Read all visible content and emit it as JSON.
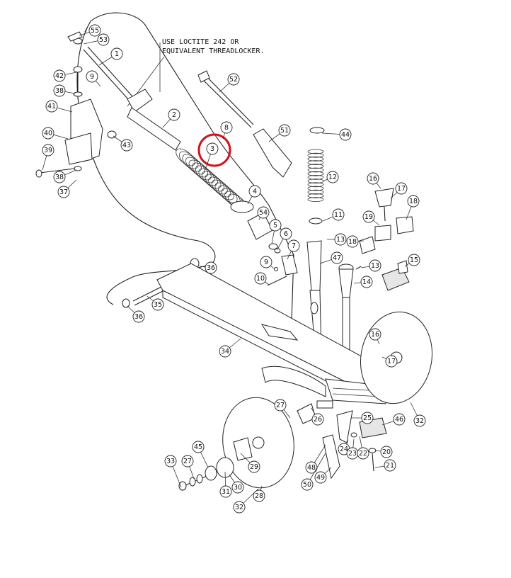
{
  "note": {
    "line1": "USE LOCTITE 242 OR",
    "line2": "EQUIVALENT THREADLOCKER."
  },
  "highlight": {
    "part": "3",
    "color": "#d0141c"
  },
  "callouts": [
    {
      "id": "55",
      "label": "55"
    },
    {
      "id": "53",
      "label": "53"
    },
    {
      "id": "1",
      "label": "1"
    },
    {
      "id": "42",
      "label": "42"
    },
    {
      "id": "9a",
      "label": "9"
    },
    {
      "id": "38a",
      "label": "38"
    },
    {
      "id": "41",
      "label": "41"
    },
    {
      "id": "43",
      "label": "43"
    },
    {
      "id": "40",
      "label": "40"
    },
    {
      "id": "39",
      "label": "39"
    },
    {
      "id": "38b",
      "label": "38"
    },
    {
      "id": "37",
      "label": "37"
    },
    {
      "id": "2",
      "label": "2"
    },
    {
      "id": "3",
      "label": "3"
    },
    {
      "id": "8",
      "label": "8"
    },
    {
      "id": "52",
      "label": "52"
    },
    {
      "id": "51",
      "label": "51"
    },
    {
      "id": "44",
      "label": "44"
    },
    {
      "id": "12",
      "label": "12"
    },
    {
      "id": "4",
      "label": "4"
    },
    {
      "id": "54",
      "label": "54"
    },
    {
      "id": "5",
      "label": "5"
    },
    {
      "id": "6",
      "label": "6"
    },
    {
      "id": "7",
      "label": "7"
    },
    {
      "id": "9b",
      "label": "9"
    },
    {
      "id": "10",
      "label": "10"
    },
    {
      "id": "11",
      "label": "11"
    },
    {
      "id": "13a",
      "label": "13"
    },
    {
      "id": "47",
      "label": "47"
    },
    {
      "id": "13b",
      "label": "13"
    },
    {
      "id": "14",
      "label": "14"
    },
    {
      "id": "16a",
      "label": "16"
    },
    {
      "id": "17a",
      "label": "17"
    },
    {
      "id": "18a",
      "label": "18"
    },
    {
      "id": "19",
      "label": "19"
    },
    {
      "id": "18b",
      "label": "18"
    },
    {
      "id": "15",
      "label": "15"
    },
    {
      "id": "36a",
      "label": "36"
    },
    {
      "id": "35",
      "label": "35"
    },
    {
      "id": "36b",
      "label": "36"
    },
    {
      "id": "34",
      "label": "34"
    },
    {
      "id": "16b",
      "label": "16"
    },
    {
      "id": "17b",
      "label": "17"
    },
    {
      "id": "32a",
      "label": "32"
    },
    {
      "id": "27a",
      "label": "27"
    },
    {
      "id": "26",
      "label": "26"
    },
    {
      "id": "25",
      "label": "25"
    },
    {
      "id": "46",
      "label": "46"
    },
    {
      "id": "24",
      "label": "24"
    },
    {
      "id": "23",
      "label": "23"
    },
    {
      "id": "22",
      "label": "22"
    },
    {
      "id": "20",
      "label": "20"
    },
    {
      "id": "21",
      "label": "21"
    },
    {
      "id": "48",
      "label": "48"
    },
    {
      "id": "49",
      "label": "49"
    },
    {
      "id": "50",
      "label": "50"
    },
    {
      "id": "33",
      "label": "33"
    },
    {
      "id": "27b",
      "label": "27"
    },
    {
      "id": "45",
      "label": "45"
    },
    {
      "id": "29",
      "label": "29"
    },
    {
      "id": "31",
      "label": "31"
    },
    {
      "id": "30",
      "label": "30"
    },
    {
      "id": "28",
      "label": "28"
    },
    {
      "id": "32b",
      "label": "32"
    }
  ]
}
